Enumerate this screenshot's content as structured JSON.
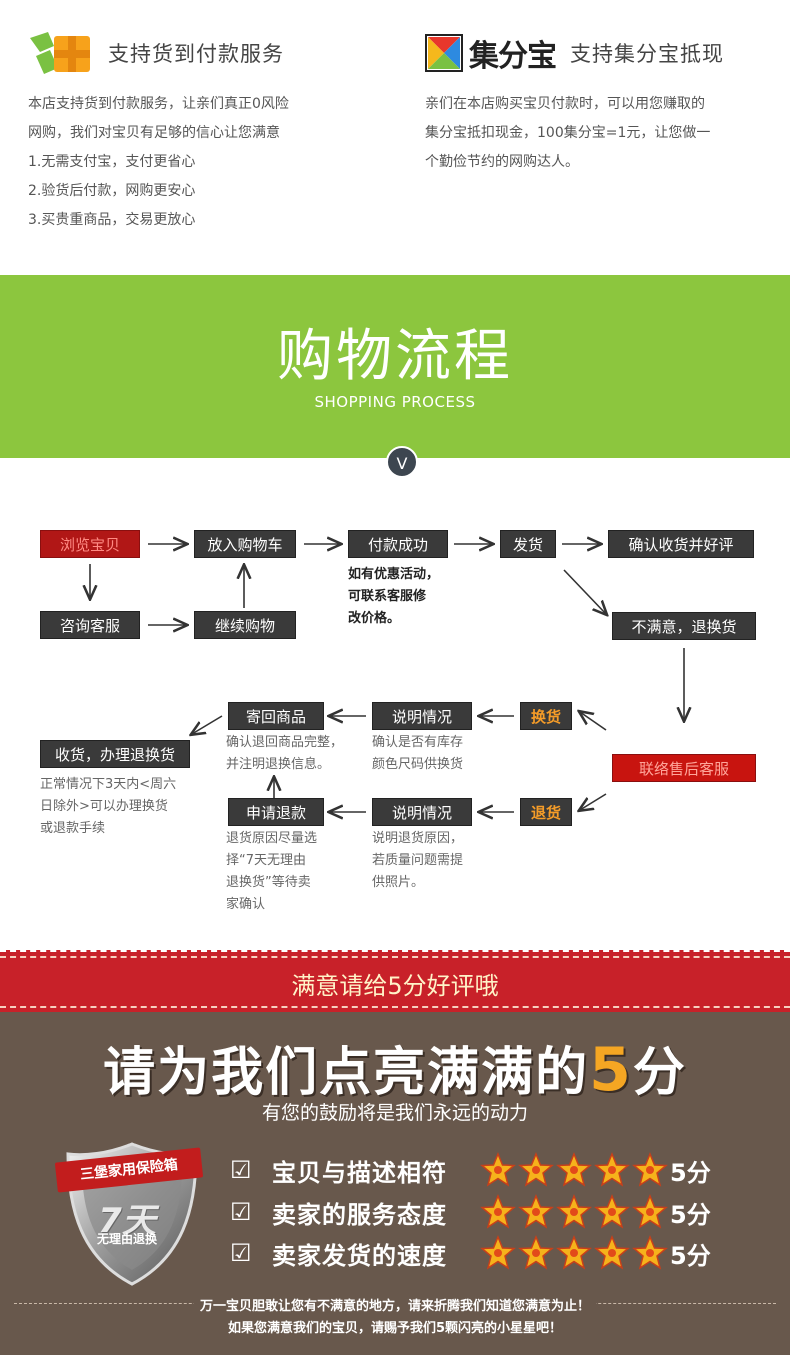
{
  "services": {
    "cod": {
      "title": "支持货到付款服务",
      "lines": [
        "本店支持货到付款服务，让亲们真正0风险",
        "网购，我们对宝贝有足够的信心让您满意",
        "1.无需支付宝，支付更省心",
        "2.验货后付款，网购更安心",
        "3.买贵重商品，交易更放心"
      ]
    },
    "jifenbao": {
      "logo_text": "集分宝",
      "title": "支持集分宝抵现",
      "lines": [
        "亲们在本店购买宝贝付款时，可以用您赚取的",
        "集分宝抵扣现金，100集分宝=1元，让您做一",
        "个勤俭节约的网购达人。"
      ]
    }
  },
  "banner": {
    "title": "购物流程",
    "subtitle": "SHOPPING PROCESS",
    "badge": "V",
    "color": "#8cc63e"
  },
  "flow": {
    "browse": "浏览宝贝",
    "add_cart": "放入购物车",
    "paid": "付款成功",
    "ship": "发货",
    "confirm": "确认收货并好评",
    "consult": "咨询客服",
    "continue": "继续购物",
    "paid_note": [
      "如有优惠活动，",
      "可联系客服修",
      "改价格。"
    ],
    "unsatisfied": "不满意，退换货",
    "contact_after": "联络售后客服",
    "exchange": "换货",
    "refund": "退货",
    "explain_1": "说明情况",
    "explain_2": "说明情况",
    "send_back": "寄回商品",
    "apply_refund": "申请退款",
    "receive": "收货，办理退换货",
    "explain_1_note": [
      "确认是否有库存",
      "颜色尺码供换货"
    ],
    "send_back_note": [
      "确认退回商品完整，",
      "并注明退换信息。"
    ],
    "explain_2_note": [
      "说明退货原因，",
      "若质量问题需提",
      "供照片。"
    ],
    "apply_refund_note": [
      "退货原因尽量选",
      "择“7天无理由",
      "退换货”等待卖",
      "家确认"
    ],
    "receive_note": [
      "正常情况下3天内<周六",
      "日除外>可以办理换货",
      "或退款手续"
    ]
  },
  "rating": {
    "strip_text": "满意请给5分好评哦",
    "title_prefix": "请为我们点亮满满的",
    "title_five": "5",
    "title_suffix": "分",
    "subtitle": "有您的鼓励将是我们永远的动力",
    "shield": {
      "banner": "三堡家用保险箱",
      "days": "7天",
      "sub": "无理由退换"
    },
    "rows": [
      {
        "check": "☑",
        "label": "宝贝与描述相符",
        "stars": 5,
        "score": "5分"
      },
      {
        "check": "☑",
        "label": "卖家的服务态度",
        "stars": 5,
        "score": "5分"
      },
      {
        "check": "☑",
        "label": "卖家发货的速度",
        "stars": 5,
        "score": "5分"
      }
    ],
    "footer_1": "万一宝贝胆敢让您有不满意的地方，请来折腾我们知道您满意为止！",
    "footer_2": "如果您满意我们的宝贝，请赐予我们5颗闪亮的小星星吧！"
  }
}
